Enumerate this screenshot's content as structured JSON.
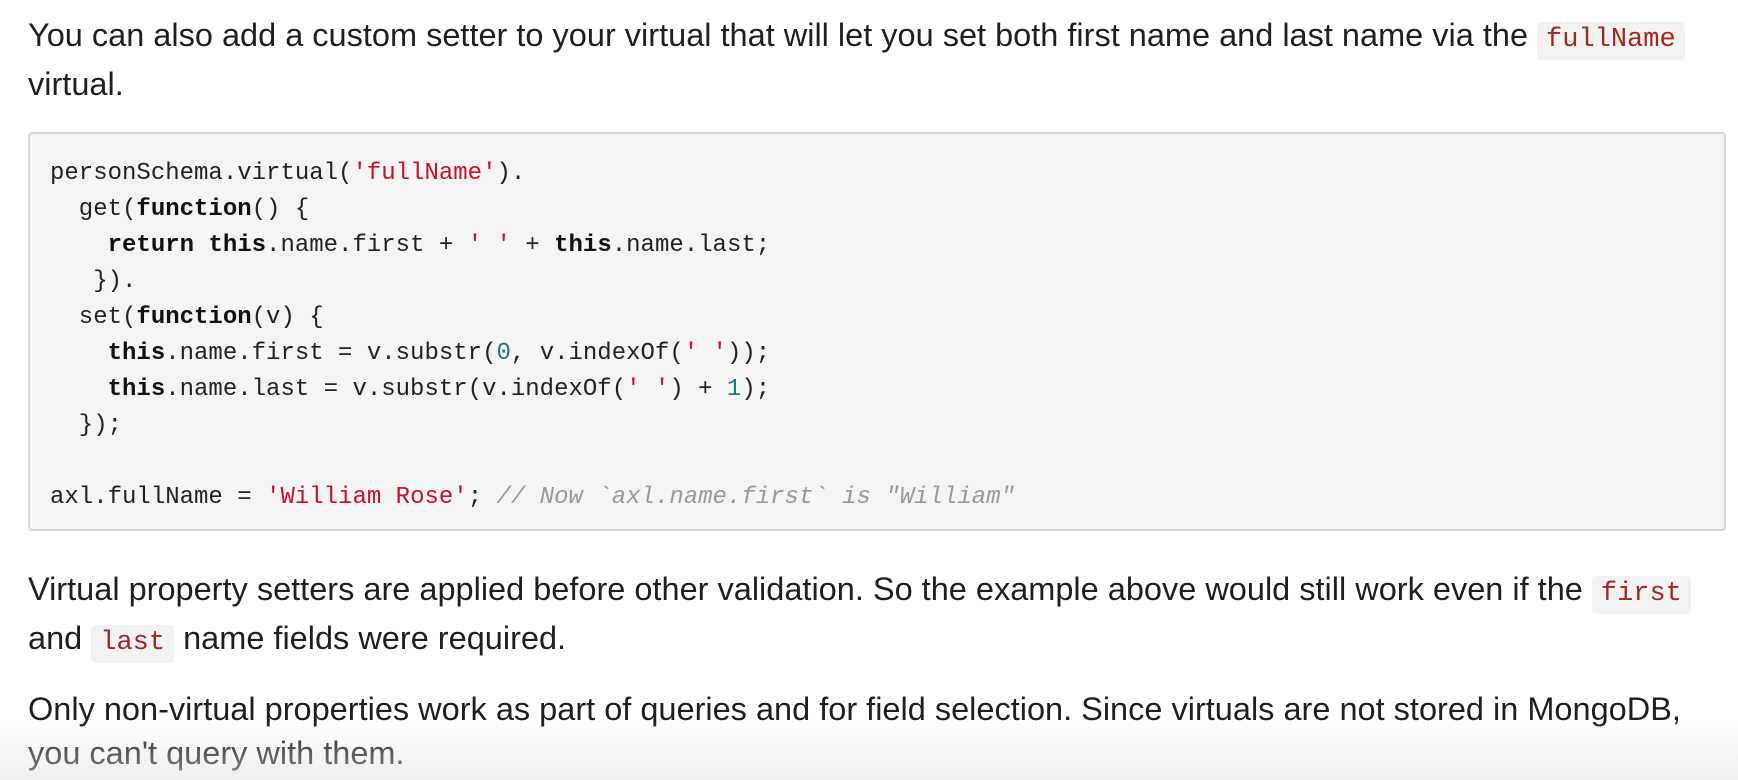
{
  "para1": {
    "text_before": "You can also add a custom setter to your virtual that will let you set both first name and last name via the ",
    "code": "fullName",
    "text_after": " virtual."
  },
  "code_block": {
    "lines": [
      "personSchema.virtual('fullName').",
      "  get(function() {",
      "    return this.name.first + ' ' + this.name.last;",
      "   }).",
      "  set(function(v) {",
      "    this.name.first = v.substr(0, v.indexOf(' '));",
      "    this.name.last = v.substr(v.indexOf(' ') + 1);",
      "  });",
      "",
      "axl.fullName = 'William Rose'; // Now `axl.name.first` is \"William\""
    ]
  },
  "para2": {
    "text_before": "Virtual property setters are applied before other validation. So the example above would still work even if the ",
    "code_1": "first",
    "text_mid": " and ",
    "code_2": "last",
    "text_after": " name fields were required."
  },
  "para3": {
    "text": "Only non-virtual properties work as part of queries and for field selection. Since virtuals are not stored in MongoDB, you can't query with them."
  },
  "colors": {
    "inline_code": "#a1281f",
    "string": "#c8102e",
    "number": "#1a7a7a",
    "comment": "#9a9a9a",
    "code_bg": "#f4f4f4"
  }
}
